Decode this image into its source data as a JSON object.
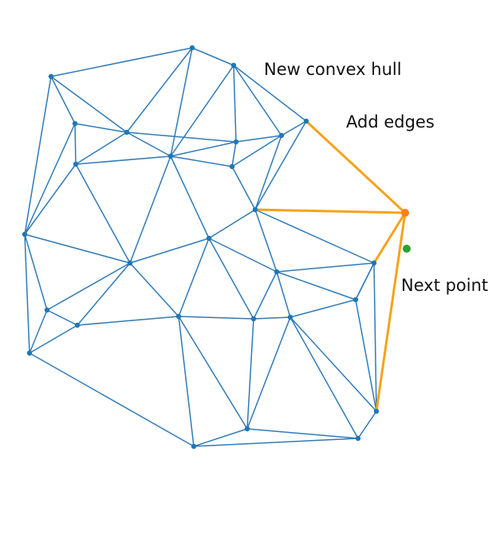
{
  "labels": {
    "hull": "New convex hull",
    "edges": "Add edges",
    "next": "Next point"
  },
  "colors": {
    "mesh": "#2f7ab8",
    "vertex": "#1f77b4",
    "highlight": "#f5a31a",
    "new_point": "#ff7f0e",
    "next_point": "#2ca02c"
  }
}
